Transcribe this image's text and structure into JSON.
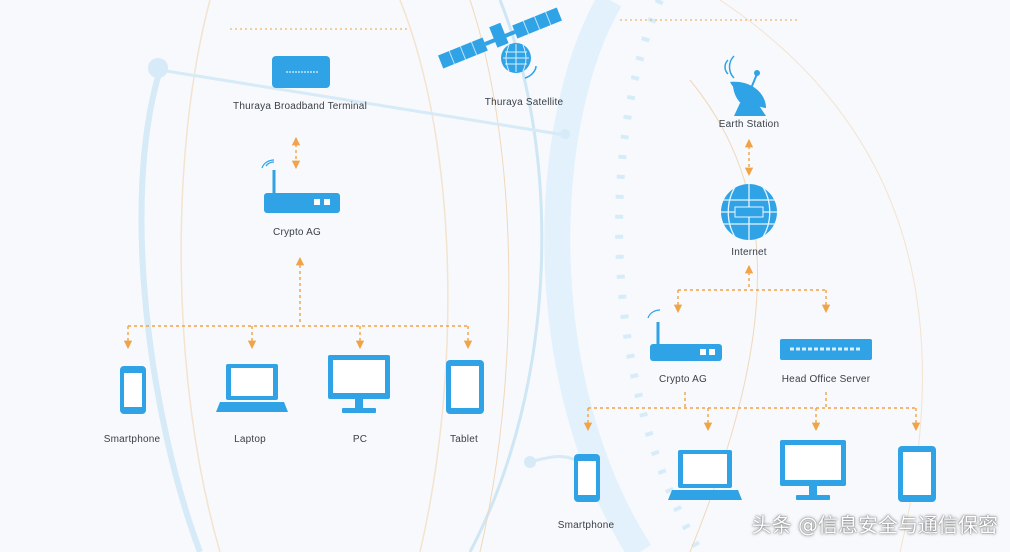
{
  "colors": {
    "accent": "#2fa3e6",
    "connector": "#f0a347",
    "arc": "#cfe6f5"
  },
  "nodes": {
    "thuraya_terminal": "Thuraya Broadband Terminal",
    "thuraya_satellite": "Thuraya Satellite",
    "earth_station": "Earth Station",
    "internet": "Internet",
    "crypto_left": "Crypto AG",
    "crypto_right": "Crypto AG",
    "head_office_server": "Head Office Server",
    "left_smartphone": "Smartphone",
    "left_laptop": "Laptop",
    "left_pc": "PC",
    "left_tablet": "Tablet",
    "right_smartphone": "Smartphone"
  },
  "watermark": "头条 @信息安全与通信保密"
}
